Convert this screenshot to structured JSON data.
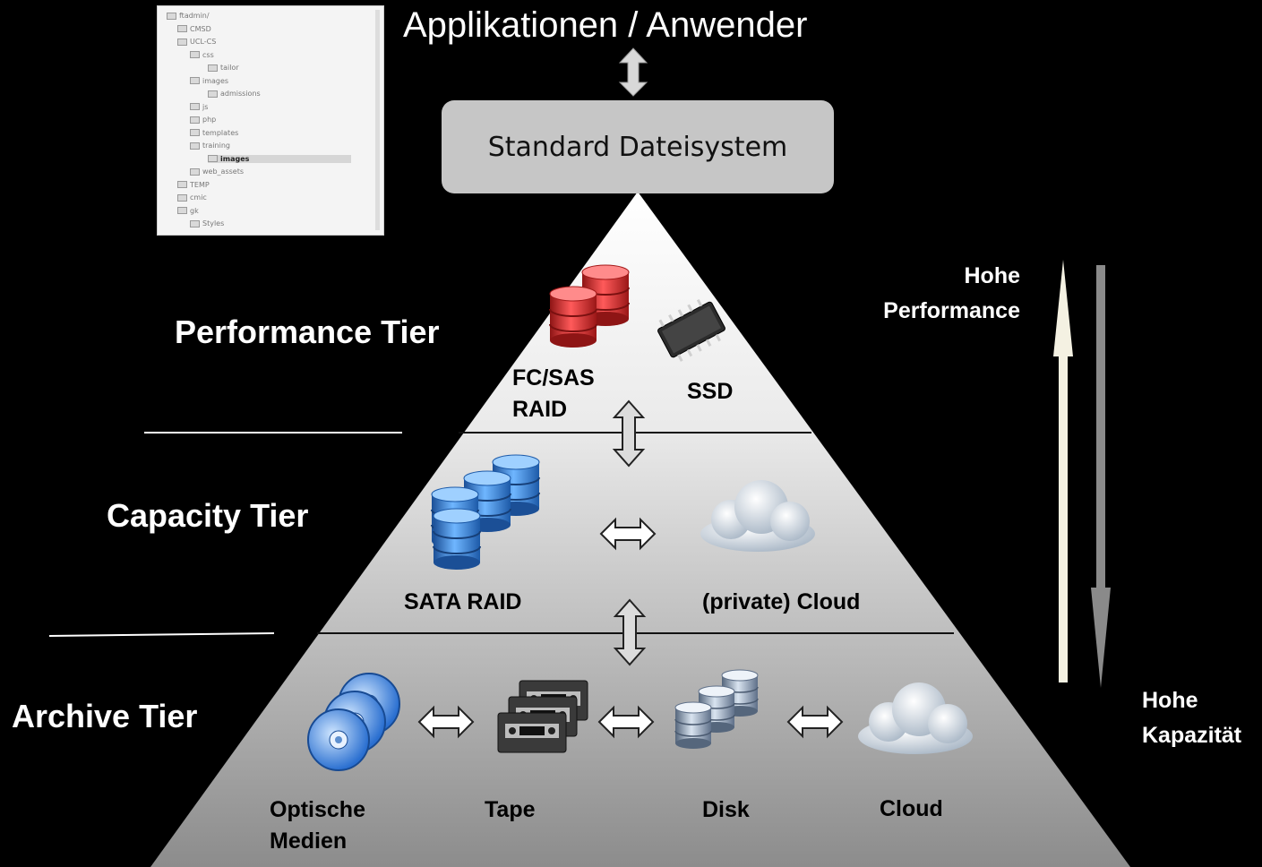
{
  "title": "Applikationen / Anwender",
  "filesystem_box": "Standard Dateisystem",
  "tiers": {
    "performance": "Performance Tier",
    "capacity": "Capacity Tier",
    "archive": "Archive Tier"
  },
  "performance_items": {
    "fc_sas_line1": "FC/SAS",
    "fc_sas_line2": "RAID",
    "ssd": "SSD"
  },
  "capacity_items": {
    "sata_raid": "SATA RAID",
    "private_cloud": "(private) Cloud"
  },
  "archive_items": {
    "optical_line1": "Optische",
    "optical_line2": "Medien",
    "tape": "Tape",
    "disk": "Disk",
    "cloud": "Cloud"
  },
  "side_labels": {
    "performance_line1": "Hohe",
    "performance_line2": "Performance",
    "capacity_line1": "Hohe",
    "capacity_line2": "Kapazität"
  },
  "file_tree": {
    "rows": [
      {
        "text": "ftadmin/",
        "selected": false
      },
      {
        "text": "CMSD",
        "selected": false
      },
      {
        "text": "UCL-CS",
        "selected": false
      },
      {
        "text": "css",
        "selected": false
      },
      {
        "text": "tailor",
        "selected": false
      },
      {
        "text": "images",
        "selected": false
      },
      {
        "text": "admissions",
        "selected": false
      },
      {
        "text": "js",
        "selected": false
      },
      {
        "text": "php",
        "selected": false
      },
      {
        "text": "templates",
        "selected": false
      },
      {
        "text": "training",
        "selected": false
      },
      {
        "text": "images",
        "selected": true
      },
      {
        "text": "web_assets",
        "selected": false
      },
      {
        "text": "TEMP",
        "selected": false
      },
      {
        "text": "cmic",
        "selected": false
      },
      {
        "text": "gk",
        "selected": false
      },
      {
        "text": "Styles",
        "selected": false
      }
    ]
  },
  "colors": {
    "background": "#000000",
    "box": "#c6c6c6",
    "pyramid_top": "#ffffff",
    "pyramid_bottom": "#8c8c8c",
    "raid_red": "#d42a2a",
    "raid_blue": "#2f7fd6",
    "disk_grey": "#9fb4cc"
  },
  "icons": [
    "red-raid-icon",
    "ssd-chip-icon",
    "blue-raid-icon",
    "cloud-icon",
    "optical-disc-icon",
    "tape-icon",
    "disk-stack-icon"
  ]
}
